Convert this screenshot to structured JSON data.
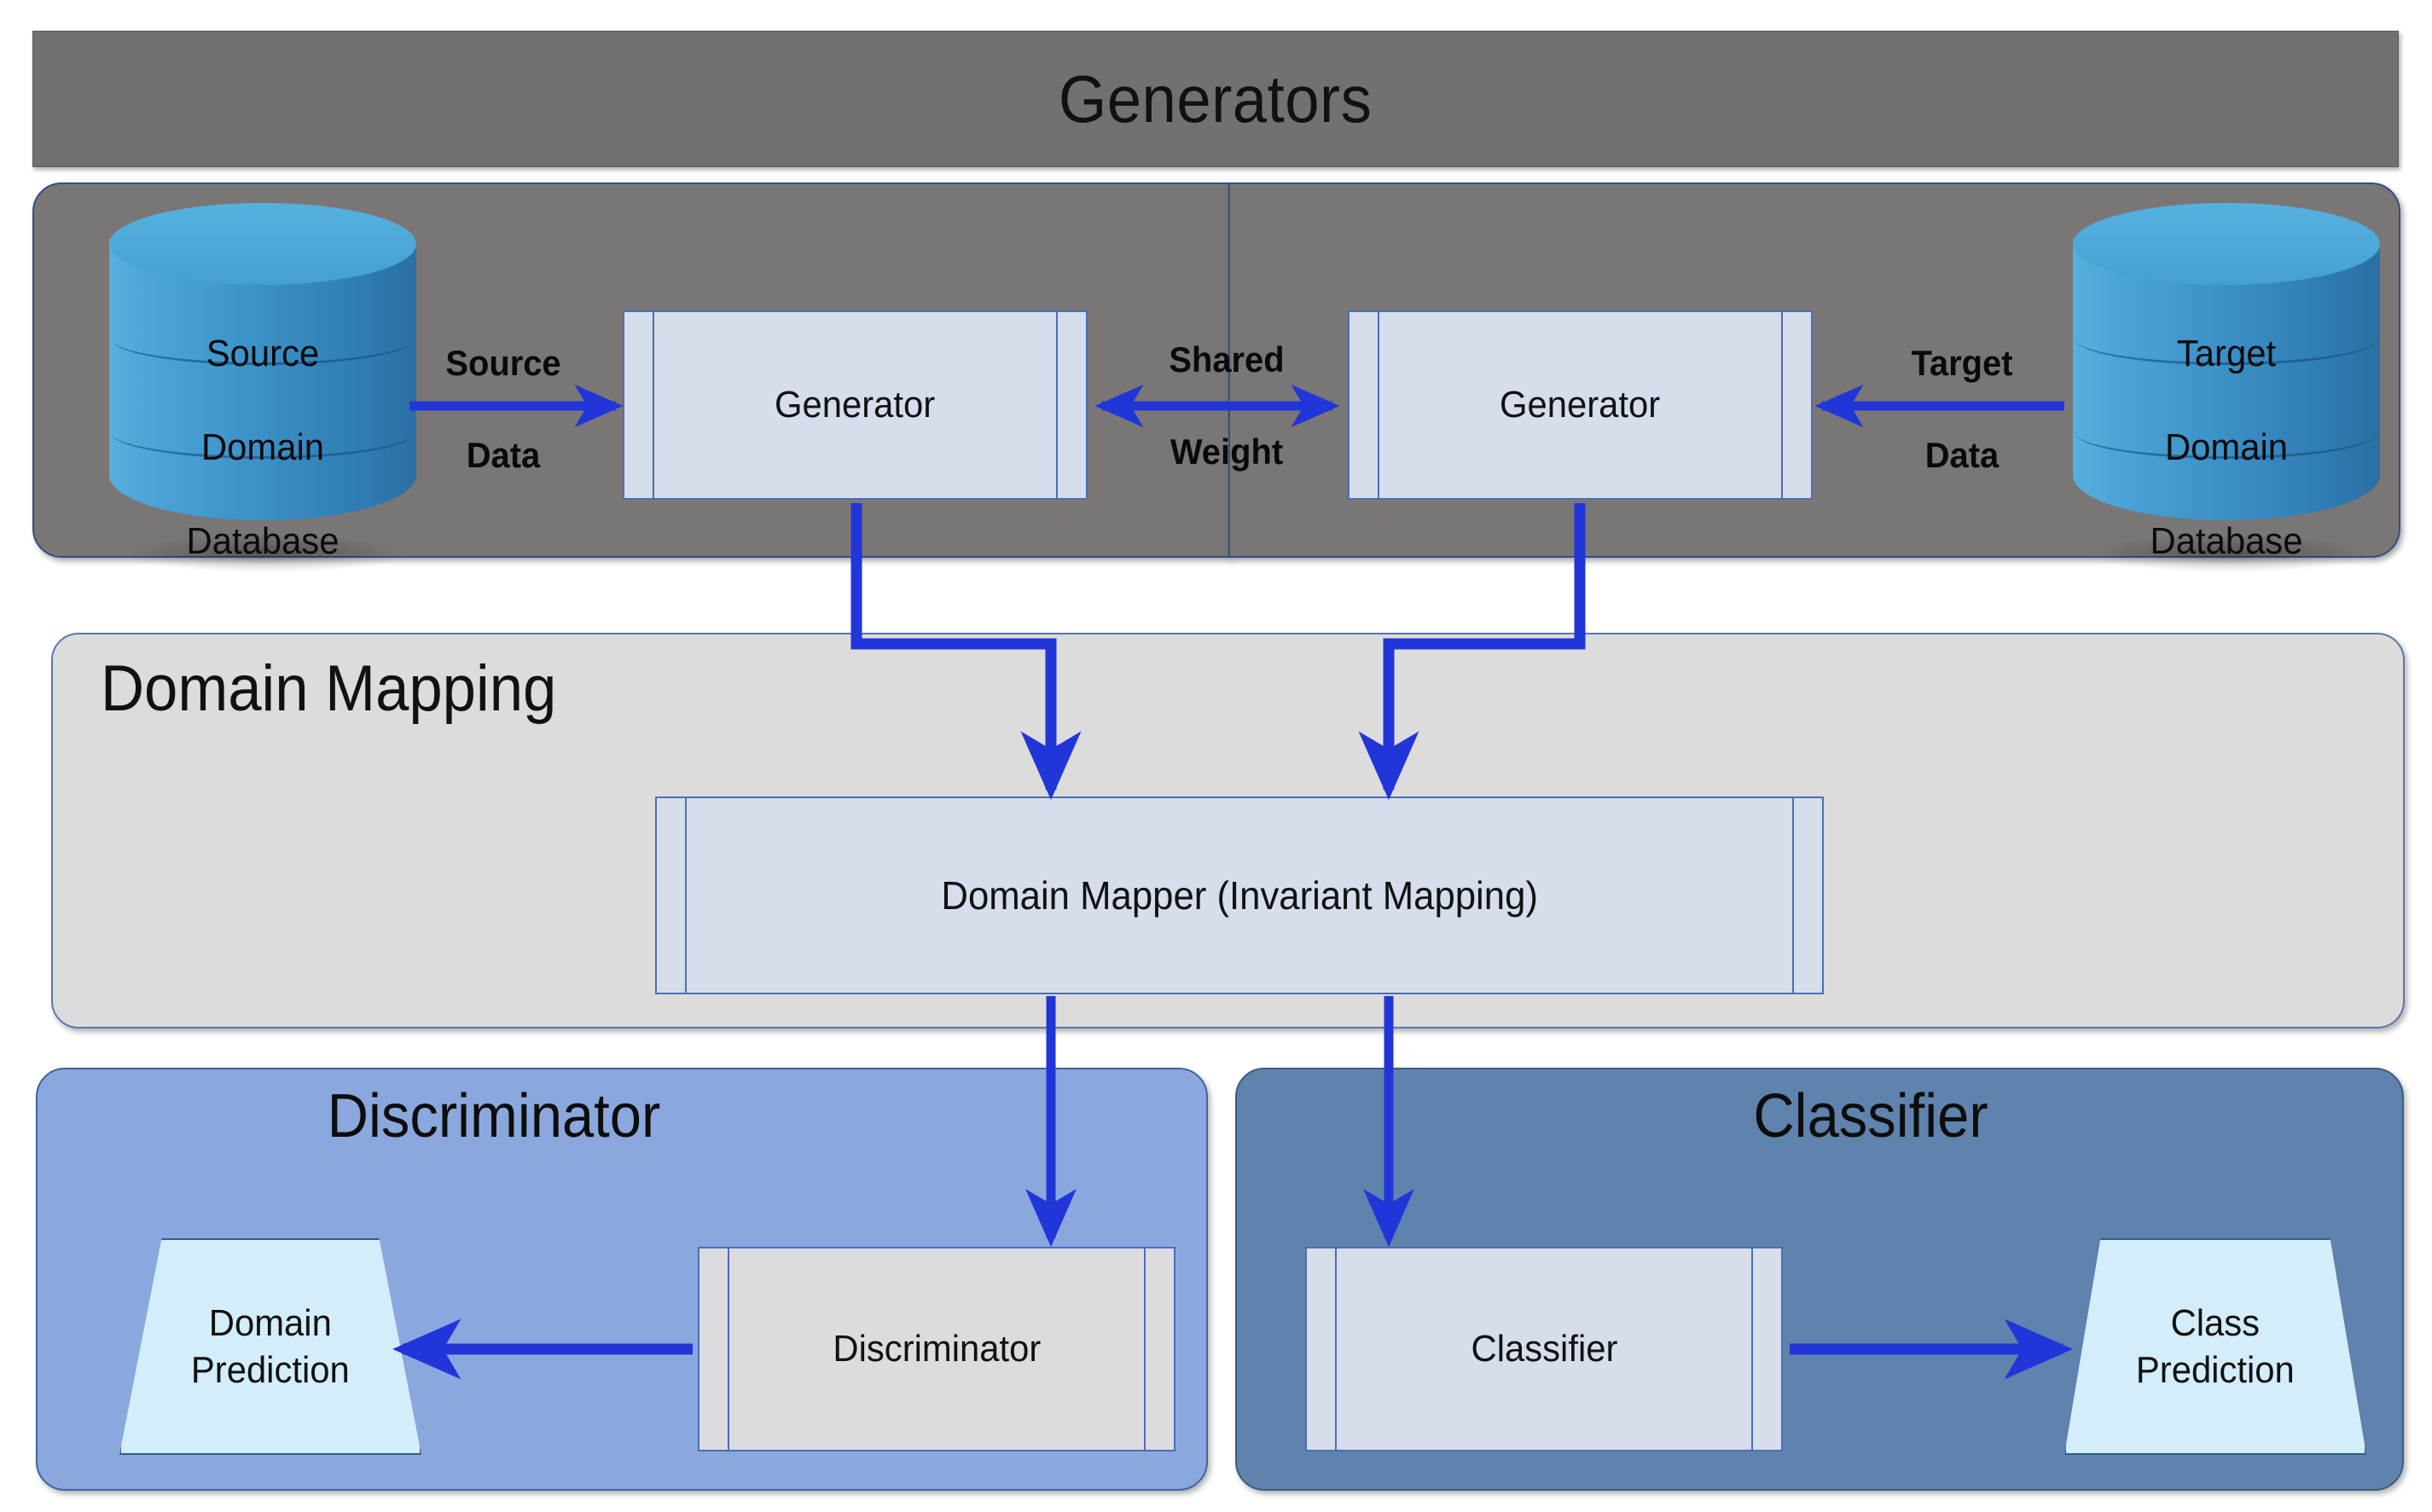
{
  "diagram": {
    "title": "Domain adaptation GAN architecture",
    "colors": {
      "generators_header_gray": "#747070",
      "generators_panel_gray": "#7a7676",
      "domain_mapping_gray": "#dcdcdc",
      "discriminator_blue": "#8aa8de",
      "classifier_blue": "#5f83ad",
      "process_box_fill": "#d6deec",
      "process_box_border": "#4a6fb5",
      "cylinder_blue": "#3d93c9",
      "prediction_fill": "#d4edfb",
      "arrow_blue": "#2136d8"
    }
  },
  "generators": {
    "header_title": "Generators",
    "source_db": {
      "segments": [
        "Source",
        "Domain",
        "Database"
      ]
    },
    "target_db": {
      "segments": [
        "Target",
        "Domain",
        "Database"
      ]
    },
    "left_generator_label": "Generator",
    "right_generator_label": "Generator",
    "source_arrow": {
      "line1": "Source",
      "line2": "Data"
    },
    "target_arrow": {
      "line1": "Target",
      "line2": "Data"
    },
    "shared_arrow": {
      "line1": "Shared",
      "line2": "Weight"
    }
  },
  "domain_mapping": {
    "panel_title": "Domain Mapping",
    "mapper_label": "Domain Mapper (Invariant Mapping)"
  },
  "discriminator": {
    "panel_title": "Discriminator",
    "box_label": "Discriminator",
    "prediction": {
      "line1": "Domain",
      "line2": "Prediction"
    }
  },
  "classifier": {
    "panel_title": "Classifier",
    "box_label": "Classifier",
    "prediction": {
      "line1": "Class",
      "line2": "Prediction"
    }
  }
}
